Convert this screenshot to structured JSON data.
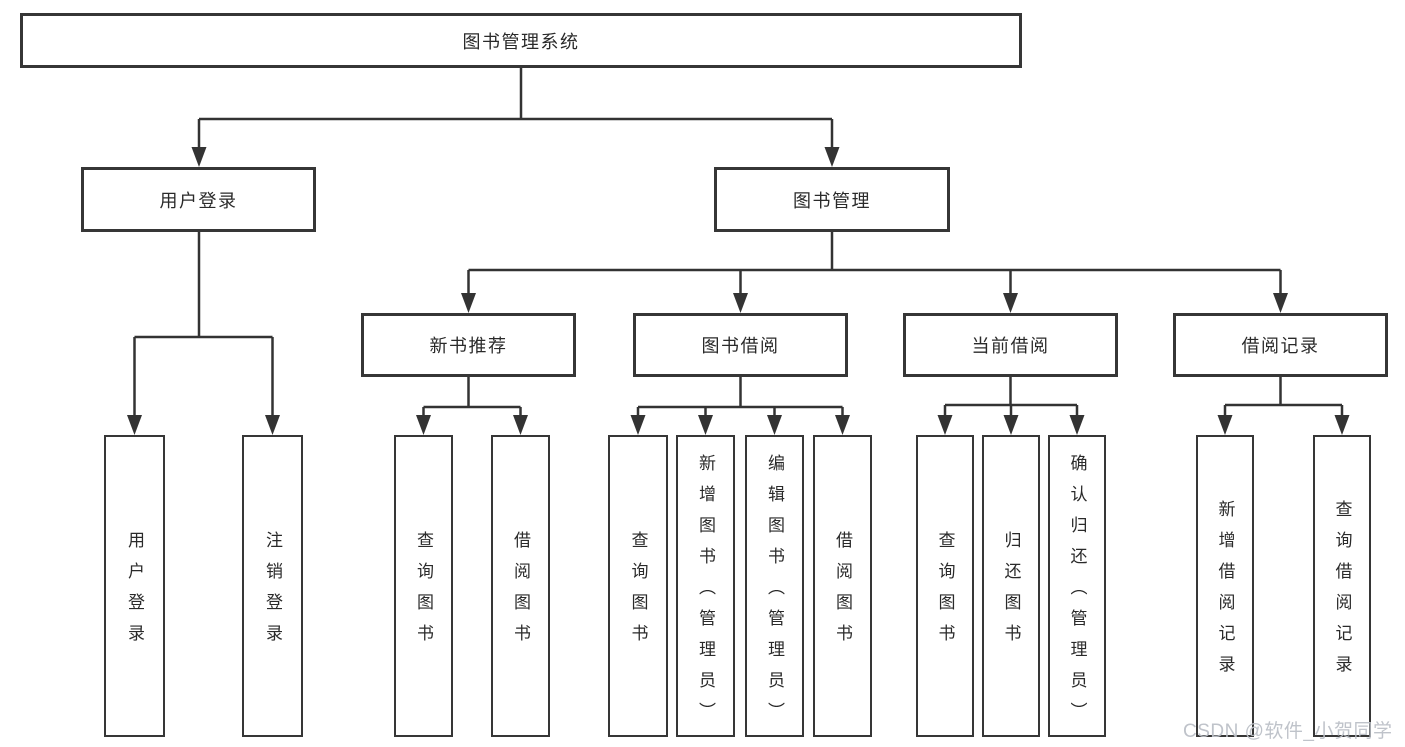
{
  "diagram": {
    "root": {
      "label": "图书管理系统"
    },
    "branches": [
      {
        "label": "用户登录",
        "children": [
          {
            "label": "用户登录"
          },
          {
            "label": "注销登录"
          }
        ]
      },
      {
        "label": "图书管理",
        "children": [
          {
            "label": "新书推荐",
            "children": [
              {
                "label": "查询图书"
              },
              {
                "label": "借阅图书"
              }
            ]
          },
          {
            "label": "图书借阅",
            "children": [
              {
                "label": "查询图书"
              },
              {
                "label": "新增图书（管理员）"
              },
              {
                "label": "编辑图书（管理员）"
              },
              {
                "label": "借阅图书"
              }
            ]
          },
          {
            "label": "当前借阅",
            "children": [
              {
                "label": "查询图书"
              },
              {
                "label": "归还图书"
              },
              {
                "label": "确认归还（管理员）"
              }
            ]
          },
          {
            "label": "借阅记录",
            "children": [
              {
                "label": "新增借阅记录"
              },
              {
                "label": "查询借阅记录"
              }
            ]
          }
        ]
      }
    ]
  },
  "watermark": {
    "text": "CSDN @软件_小贺同学"
  },
  "colors": {
    "line": "#333333",
    "box_border": "#363636",
    "text": "#2a2a2a",
    "watermark": "#bcc0c7",
    "background": "#ffffff"
  }
}
